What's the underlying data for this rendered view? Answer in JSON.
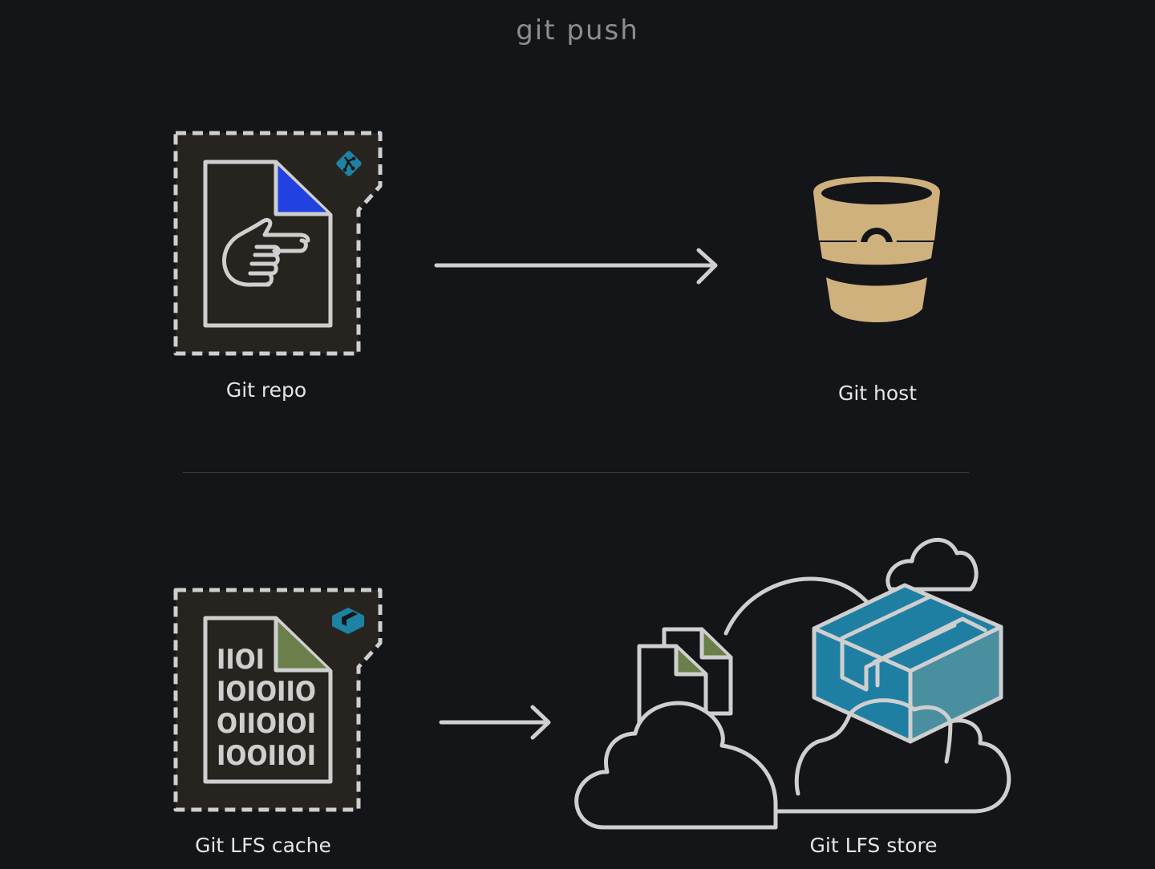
{
  "title": "git push",
  "labels": {
    "git_repo": "Git repo",
    "git_host": "Git host",
    "lfs_cache": "Git LFS cache",
    "lfs_store": "Git LFS store"
  },
  "binary_lines": [
    "IIOI",
    "IOIOIIO",
    "OIIOIOI",
    "IOOIIOI"
  ],
  "colors": {
    "background": "#141518",
    "stroke": "#cfcfcf",
    "git_corner": "#2142e0",
    "lfs_corner": "#6b7f4a",
    "git_badge": "#1e82a3",
    "bucket": "#cfb17e",
    "box": "#1f7fa3"
  }
}
